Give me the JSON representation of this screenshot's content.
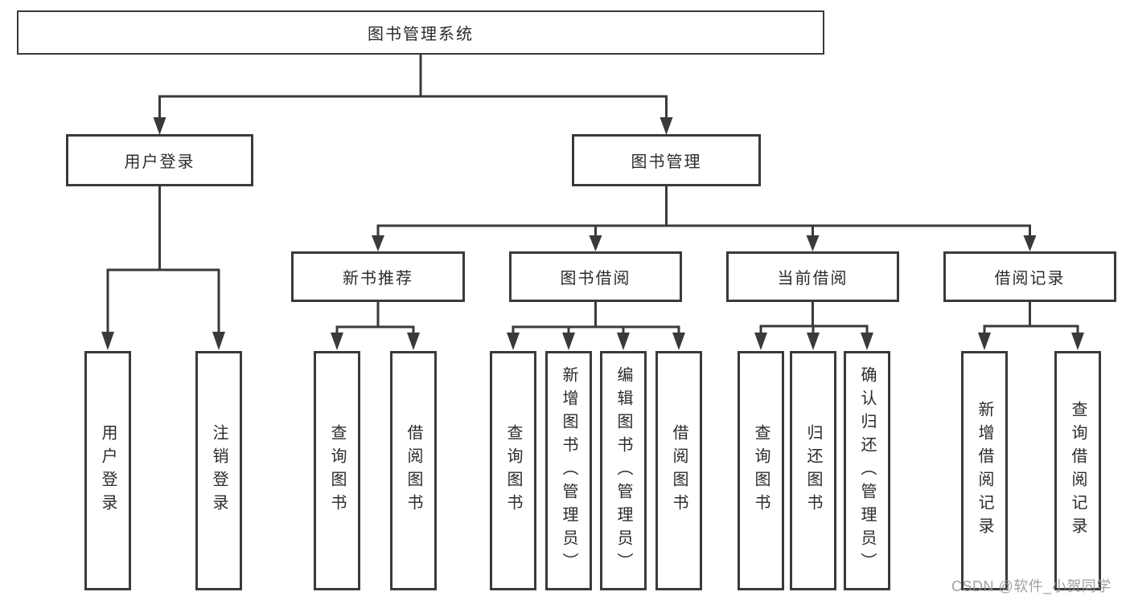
{
  "diagram": {
    "root": {
      "label": "图书管理系统"
    },
    "level2": [
      {
        "label": "用户登录"
      },
      {
        "label": "图书管理"
      }
    ],
    "level3": [
      {
        "label": "新书推荐"
      },
      {
        "label": "图书借阅"
      },
      {
        "label": "当前借阅"
      },
      {
        "label": "借阅记录"
      }
    ],
    "leaves": [
      {
        "label": "用户登录"
      },
      {
        "label": "注销登录"
      },
      {
        "label": "查询图书"
      },
      {
        "label": "借阅图书"
      },
      {
        "label": "查询图书"
      },
      {
        "label": "新增图书（管理员）"
      },
      {
        "label": "编辑图书（管理员）"
      },
      {
        "label": "借阅图书"
      },
      {
        "label": "查询图书"
      },
      {
        "label": "归还图书"
      },
      {
        "label": "确认归还（管理员）"
      },
      {
        "label": "新增借阅记录"
      },
      {
        "label": "查询借阅记录"
      }
    ],
    "colors": {
      "line": "#3a3a3a",
      "box_border": "#3a3a3a",
      "box_fill": "#ffffff",
      "text": "#2b2b2b",
      "watermark": "#949494",
      "background": "#ffffff"
    }
  },
  "watermark": {
    "text": "CSDN @软件_小贺同学"
  }
}
